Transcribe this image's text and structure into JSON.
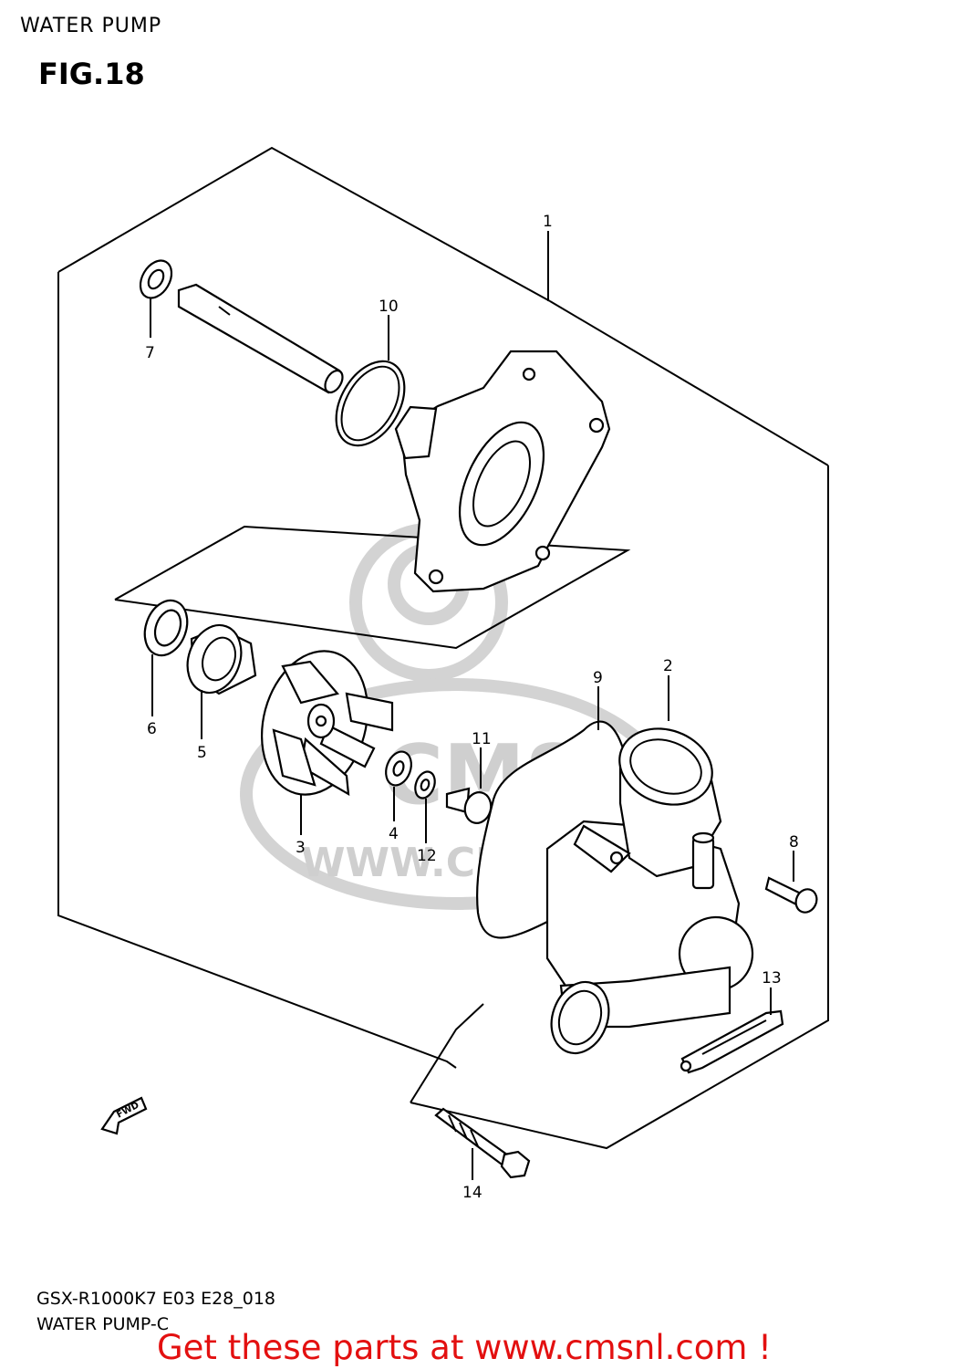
{
  "header": {
    "title": "WATER PUMP",
    "figure": "FIG.18"
  },
  "watermark": {
    "brand": "CMS",
    "site": "WWW.CMSNL.COM"
  },
  "fwd_label": "FWD",
  "callouts": {
    "c1": "1",
    "c2": "2",
    "c3": "3",
    "c4": "4",
    "c5": "5",
    "c6": "6",
    "c7": "7",
    "c8": "8",
    "c9": "9",
    "c10": "10",
    "c11": "11",
    "c12": "12",
    "c13": "13",
    "c14": "14"
  },
  "footer": {
    "code": "GSX-R1000K7 E03 E28_018",
    "subtitle": "WATER PUMP-C",
    "promo": "Get these parts at www.cmsnl.com !"
  },
  "colors": {
    "promo": "#e31010",
    "watermark": "#d3d3d3",
    "line": "#000000"
  }
}
